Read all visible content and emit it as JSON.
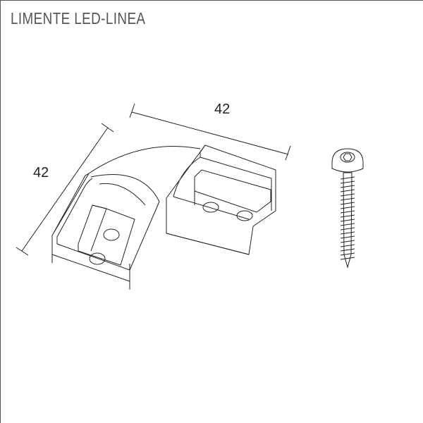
{
  "title": "LIMENTE LED-LINEA",
  "dimensions": {
    "width_label": "42",
    "depth_label": "42"
  }
}
